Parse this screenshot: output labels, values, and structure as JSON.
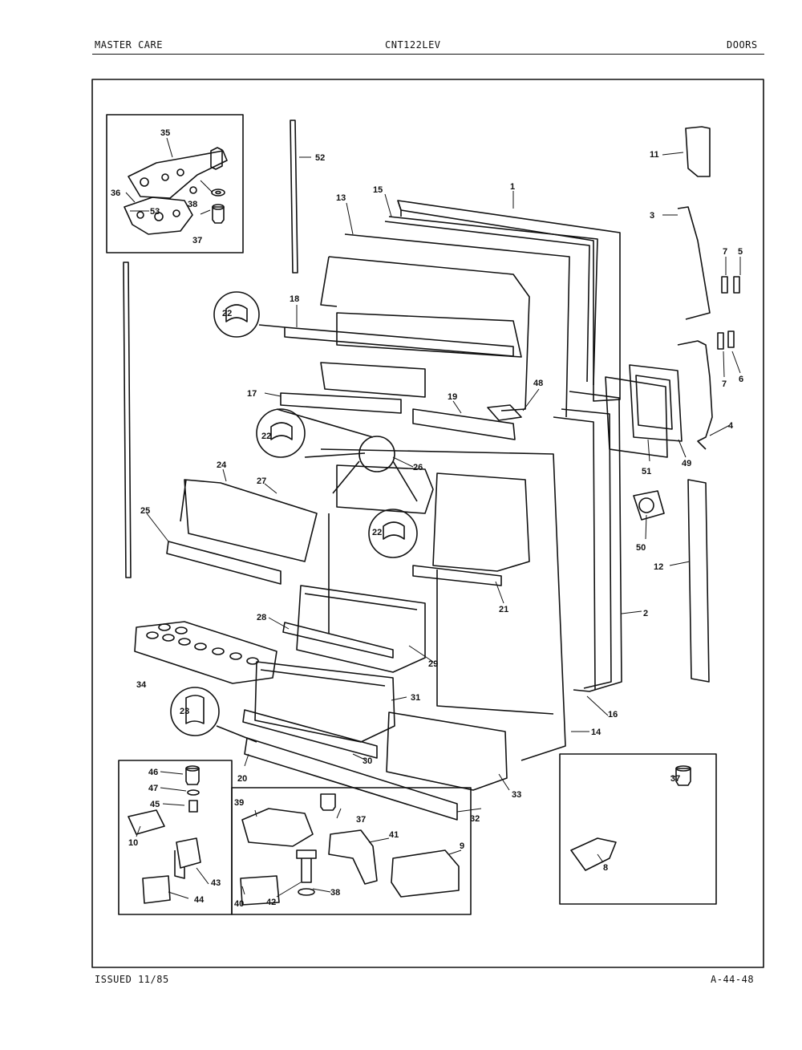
{
  "header": {
    "left": "MASTER CARE",
    "center": "CNT122LEV",
    "right": "DOORS"
  },
  "footer": {
    "left": "ISSUED 11/85",
    "right": "A-44-48"
  },
  "callouts": [
    {
      "id": "c1",
      "label": "1"
    },
    {
      "id": "c2",
      "label": "2"
    },
    {
      "id": "c3",
      "label": "3"
    },
    {
      "id": "c4",
      "label": "4"
    },
    {
      "id": "c5",
      "label": "5"
    },
    {
      "id": "c6",
      "label": "6"
    },
    {
      "id": "c7a",
      "label": "7"
    },
    {
      "id": "c7b",
      "label": "7"
    },
    {
      "id": "c8",
      "label": "8"
    },
    {
      "id": "c9",
      "label": "9"
    },
    {
      "id": "c10",
      "label": "10"
    },
    {
      "id": "c11",
      "label": "11"
    },
    {
      "id": "c12",
      "label": "12"
    },
    {
      "id": "c13",
      "label": "13"
    },
    {
      "id": "c14",
      "label": "14"
    },
    {
      "id": "c15",
      "label": "15"
    },
    {
      "id": "c16",
      "label": "16"
    },
    {
      "id": "c17",
      "label": "17"
    },
    {
      "id": "c18",
      "label": "18"
    },
    {
      "id": "c19",
      "label": "19"
    },
    {
      "id": "c20",
      "label": "20"
    },
    {
      "id": "c21",
      "label": "21"
    },
    {
      "id": "c22a",
      "label": "22"
    },
    {
      "id": "c22b",
      "label": "22"
    },
    {
      "id": "c22c",
      "label": "22"
    },
    {
      "id": "c23",
      "label": "23"
    },
    {
      "id": "c24",
      "label": "24"
    },
    {
      "id": "c25",
      "label": "25"
    },
    {
      "id": "c26",
      "label": "26"
    },
    {
      "id": "c27",
      "label": "27"
    },
    {
      "id": "c28",
      "label": "28"
    },
    {
      "id": "c29",
      "label": "29"
    },
    {
      "id": "c30",
      "label": "30"
    },
    {
      "id": "c31",
      "label": "31"
    },
    {
      "id": "c32",
      "label": "32"
    },
    {
      "id": "c33",
      "label": "33"
    },
    {
      "id": "c34",
      "label": "34"
    },
    {
      "id": "c35",
      "label": "35"
    },
    {
      "id": "c36",
      "label": "36"
    },
    {
      "id": "c37a",
      "label": "37"
    },
    {
      "id": "c37b",
      "label": "37"
    },
    {
      "id": "c37c",
      "label": "37"
    },
    {
      "id": "c38a",
      "label": "38"
    },
    {
      "id": "c38b",
      "label": "38"
    },
    {
      "id": "c39",
      "label": "39"
    },
    {
      "id": "c40",
      "label": "40"
    },
    {
      "id": "c41",
      "label": "41"
    },
    {
      "id": "c42",
      "label": "42"
    },
    {
      "id": "c43",
      "label": "43"
    },
    {
      "id": "c44",
      "label": "44"
    },
    {
      "id": "c45",
      "label": "45"
    },
    {
      "id": "c46",
      "label": "46"
    },
    {
      "id": "c47",
      "label": "47"
    },
    {
      "id": "c48",
      "label": "48"
    },
    {
      "id": "c49",
      "label": "49"
    },
    {
      "id": "c50",
      "label": "50"
    },
    {
      "id": "c51",
      "label": "51"
    },
    {
      "id": "c52",
      "label": "52"
    },
    {
      "id": "c53",
      "label": "53"
    }
  ]
}
